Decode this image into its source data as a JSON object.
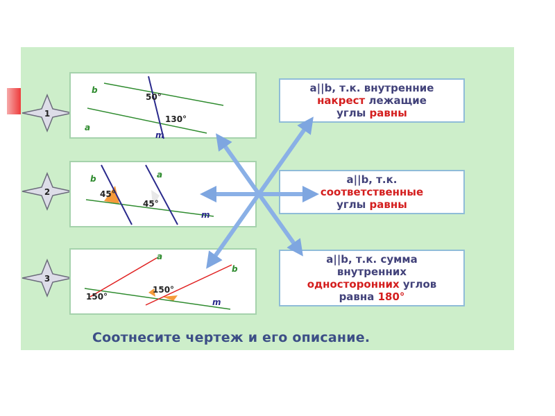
{
  "items": [
    {
      "number": "1"
    },
    {
      "number": "2"
    },
    {
      "number": "3"
    }
  ],
  "drawing1": {
    "line_b": "b",
    "line_a": "a",
    "line_m": "m",
    "angle1": "50°",
    "angle2": "130°"
  },
  "drawing2": {
    "line_b": "b",
    "line_a": "a",
    "line_m": "m",
    "angle1": "45°",
    "angle2": "45°"
  },
  "drawing3": {
    "line_a": "a",
    "line_b": "b",
    "line_m": "m",
    "angle1": "150°",
    "angle2": "150°"
  },
  "descriptions": [
    {
      "part1": "a||b, т.к. внутренние",
      "part2_red": "накрест",
      "part3": " лежащие",
      "part4": "углы ",
      "part5_red": "равны"
    },
    {
      "part1": "a||b, т.к.",
      "part2_red": "соответственные",
      "part3": "углы ",
      "part4_red": "равны"
    },
    {
      "part1": "a||b, т.к. сумма",
      "part2": "внутренних",
      "part3_red": "односторонних",
      "part4": " углов",
      "part5": "равна ",
      "part6_red": "180°"
    }
  ],
  "caption": "Соотнесите чертеж и его описание.",
  "colors": {
    "background": "#cdeeca",
    "panel_border": "#a5d2ac",
    "desc_border": "#8fbcd8",
    "text_dark": "#42427a",
    "text_red": "#d41e1e",
    "line_green": "#2e8b2e",
    "line_blue": "#2a2a8c",
    "line_red": "#e02020",
    "angle_orange": "#f59a3a",
    "arrow_blue": "#8ab0e6"
  }
}
